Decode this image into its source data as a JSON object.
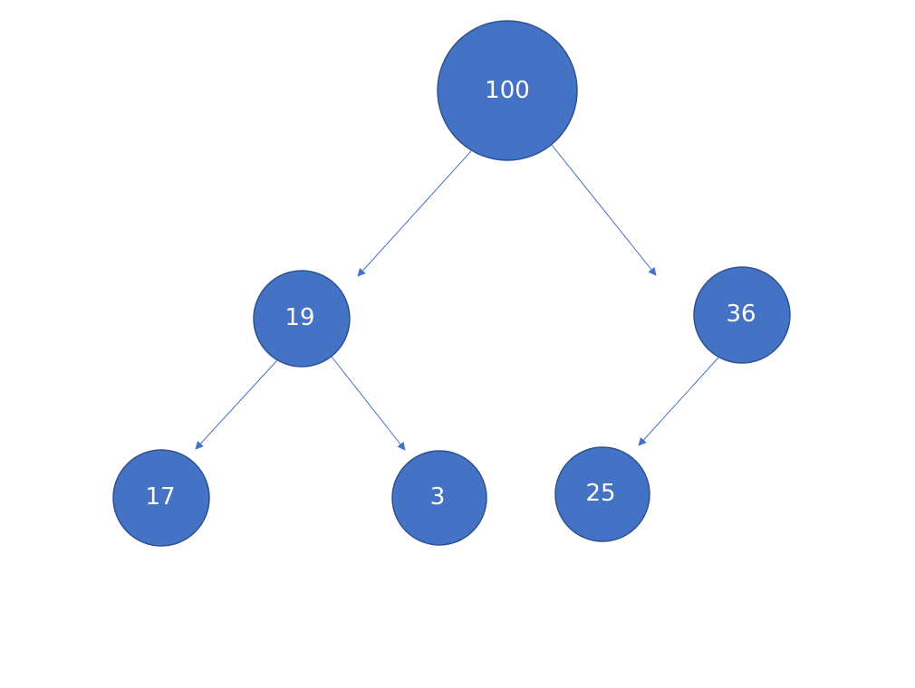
{
  "tree": {
    "nodes": [
      {
        "id": "n100",
        "label": "100"
      },
      {
        "id": "n19",
        "label": "19"
      },
      {
        "id": "n36",
        "label": "36"
      },
      {
        "id": "n17",
        "label": "17"
      },
      {
        "id": "n3",
        "label": "3"
      },
      {
        "id": "n25",
        "label": "25"
      }
    ],
    "edges": [
      {
        "from": "n100",
        "to": "n19"
      },
      {
        "from": "n100",
        "to": "n36"
      },
      {
        "from": "n19",
        "to": "n17"
      },
      {
        "from": "n19",
        "to": "n3"
      },
      {
        "from": "n36",
        "to": "n25"
      }
    ]
  },
  "colors": {
    "node_fill": "#4472c4",
    "node_stroke": "#2f528f",
    "edge": "#4472c4",
    "label": "#ffffff"
  }
}
